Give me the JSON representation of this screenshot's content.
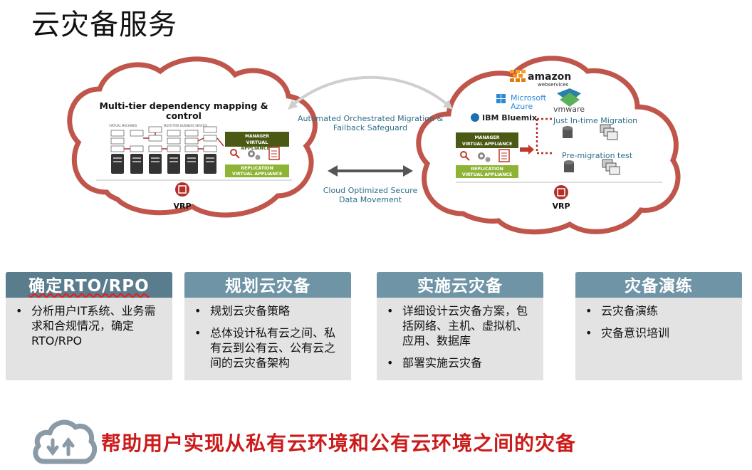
{
  "title": "云灾备服务",
  "left_cloud": {
    "heading": "Multi-tier dependency mapping & control",
    "tiny_left": "VIRTUAL MACHINES",
    "tiny_right": "MULTI-TIER BUSINESS SERVICE",
    "manager_label": "MANAGER VIRTUAL APPLIANCES",
    "replication_label": "REPLICATION VIRTUAL APPLIANCE",
    "vrp_label": "VRP"
  },
  "right_cloud": {
    "vendors": [
      "amazon",
      "webservices",
      "Microsoft",
      "Azure",
      "vmware",
      "IBM Bluemix"
    ],
    "manager_label": "MANAGER VIRTUAL APPLIANCE",
    "replication_label": "REPLICATION VIRTUAL APPLIANCE",
    "just_in_time": "Just In-time Migration",
    "pre_migration": "Pre-migration test",
    "vrp_label": "VRP"
  },
  "arrows": {
    "top_label": "Automated Orchestrated Migration & Failback Safeguard",
    "bottom_label": "Cloud Optimized Secure Data Movement"
  },
  "cards": [
    {
      "heading": "确定RTO/RPO",
      "items": [
        "分析用户IT系统、业务需求和合规情况，确定RTO/RPO"
      ]
    },
    {
      "heading": "规划云灾备",
      "items": [
        "规划云灾备策略",
        "总体设计私有云之间、私有云到公有云、公有云之间的云灾备架构"
      ]
    },
    {
      "heading": "实施云灾备",
      "items": [
        "详细设计云灾备方案，包括网络、主机、虚拟机、应用、数据库",
        "部署实施云灾备"
      ]
    },
    {
      "heading": "灾备演练",
      "items": [
        "云灾备演练",
        "灾备意识培训"
      ]
    }
  ],
  "bottom_text": "帮助用户实现从私有云环境和公有云环境之间的灾备",
  "colors": {
    "cloud_stroke": "#c0564b",
    "card_head": "#6f94a6",
    "card_body": "#e3e3e3",
    "bottom_text": "#cc1b1b",
    "appliance_dark": "#4a5a14",
    "appliance_light": "#8db435"
  }
}
